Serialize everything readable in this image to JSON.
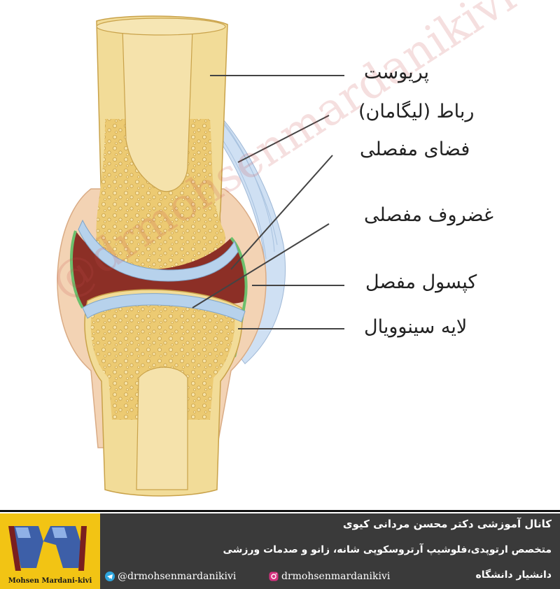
{
  "diagram": {
    "labels": {
      "periosteum": "پریوست",
      "ligament": "رباط (لیگامان)",
      "joint_space": "فضای مفصلی",
      "articular_cartilage": "غضروف مفصلی",
      "joint_capsule": "کپسول مفصل",
      "synovial_layer": "لایه سینوویال"
    },
    "watermark": "@drmohsenmardanikivi",
    "colors": {
      "bone": "#f0d88f",
      "spongy_bone": "#e8c56a",
      "marrow": "#f3dea0",
      "joint_cavity": "#8c2f26",
      "capsule": "#f2cfb0",
      "synovial": "#7ac97a",
      "cartilage": "#a9c8e8",
      "ligament": "#c8dcf0"
    }
  },
  "footer": {
    "title": "کانال آموزشی دکتر محسن مردانی کیوی",
    "subtitle": "متخصص ارتوپدی،فلوشیپ آرتروسکوپی شانه، زانو و صدمات ورزشی",
    "position": "دانشیار دانشگاه",
    "telegram_handle": "@drmohsenmardanikivi",
    "instagram_handle": "drmohsenmardanikivi",
    "logo_caption": "Mohsen Mardani-kivi",
    "colors": {
      "background": "#3a3a3a",
      "logo_bg": "#f2c414",
      "text": "#ffffff"
    }
  }
}
